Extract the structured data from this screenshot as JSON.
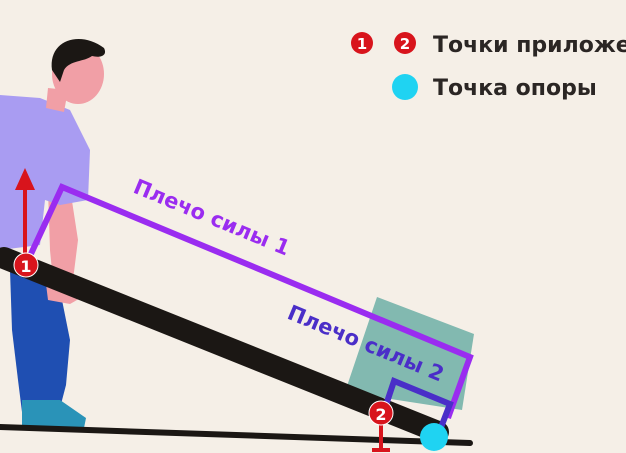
{
  "legend": {
    "application_points_label": "Точки приложен",
    "fulcrum_label": "Точка опоры",
    "marker_1": "1",
    "marker_2": "2"
  },
  "arms": {
    "arm_1_label": "Плечо силы 1",
    "arm_2_label": "Плечо силы 2"
  },
  "points": {
    "point_1": "1",
    "point_2": "2"
  },
  "colors": {
    "background": "#f5efe7",
    "point_red": "#d8141c",
    "fulcrum_cyan": "#1fd3f2",
    "arm_1_purple": "#9a2cf0",
    "arm_2_indigo": "#4a2ec8",
    "lever_black": "#1b1714",
    "box_teal": "#82b9b0"
  }
}
